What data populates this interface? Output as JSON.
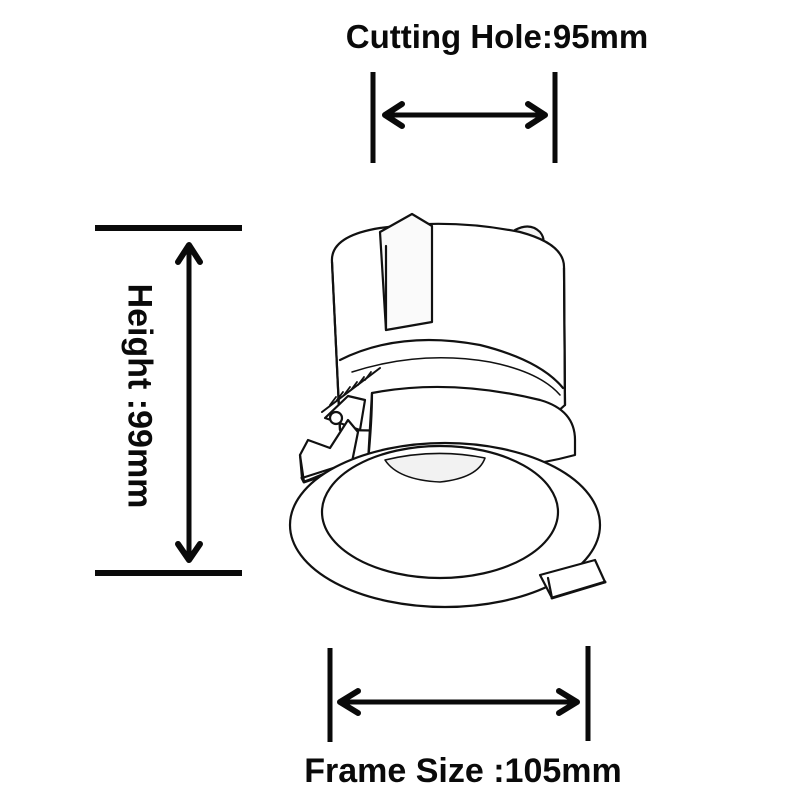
{
  "diagram": {
    "subject": "Recessed downlight dimension drawing",
    "dimensions": {
      "cutting_hole": {
        "label": "Cutting Hole:95mm",
        "value": 95,
        "unit": "mm"
      },
      "height": {
        "label": "Height :99mm",
        "value": 99,
        "unit": "mm"
      },
      "frame_size": {
        "label": "Frame Size :105mm",
        "value": 105,
        "unit": "mm"
      }
    },
    "colors": {
      "line": "#0a0a0a",
      "background": "#ffffff"
    }
  }
}
